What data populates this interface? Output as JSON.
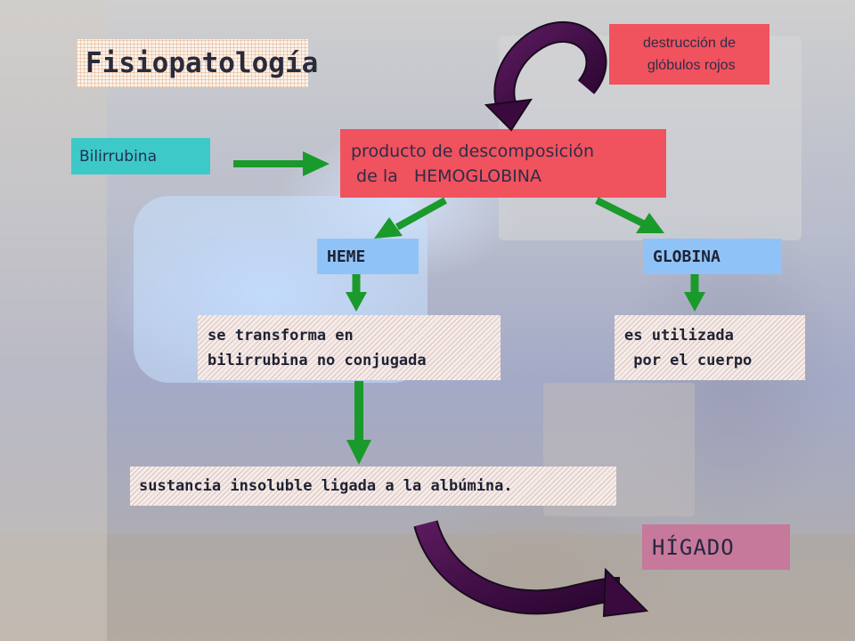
{
  "title": "Fisiopatología",
  "boxes": {
    "destruccion": {
      "line1": "destrucción de",
      "line2": " glóbulos rojos"
    },
    "bilirrubina": "Bilirrubina",
    "producto": {
      "line1": "producto de descomposición",
      "line2": " de la   HEMOGLOBINA"
    },
    "heme": "HEME",
    "globina": "GLOBINA",
    "transforma": {
      "line1": "se transforma en",
      "line2": "bilirrubina no conjugada"
    },
    "utilizada": {
      "line1": "es utilizada",
      "line2": " por el cuerpo"
    },
    "sustancia": "sustancia insoluble ligada a la albúmina.",
    "higado": "HÍGADO"
  },
  "colors": {
    "arrow_green": "#1a9a2a",
    "curved_arrow": "#3a0a3e",
    "red_box": "#f0525e",
    "cyan_box": "#3ec9c9",
    "blue_box": "#8fc3f7",
    "liver_box": "#c6799a"
  }
}
